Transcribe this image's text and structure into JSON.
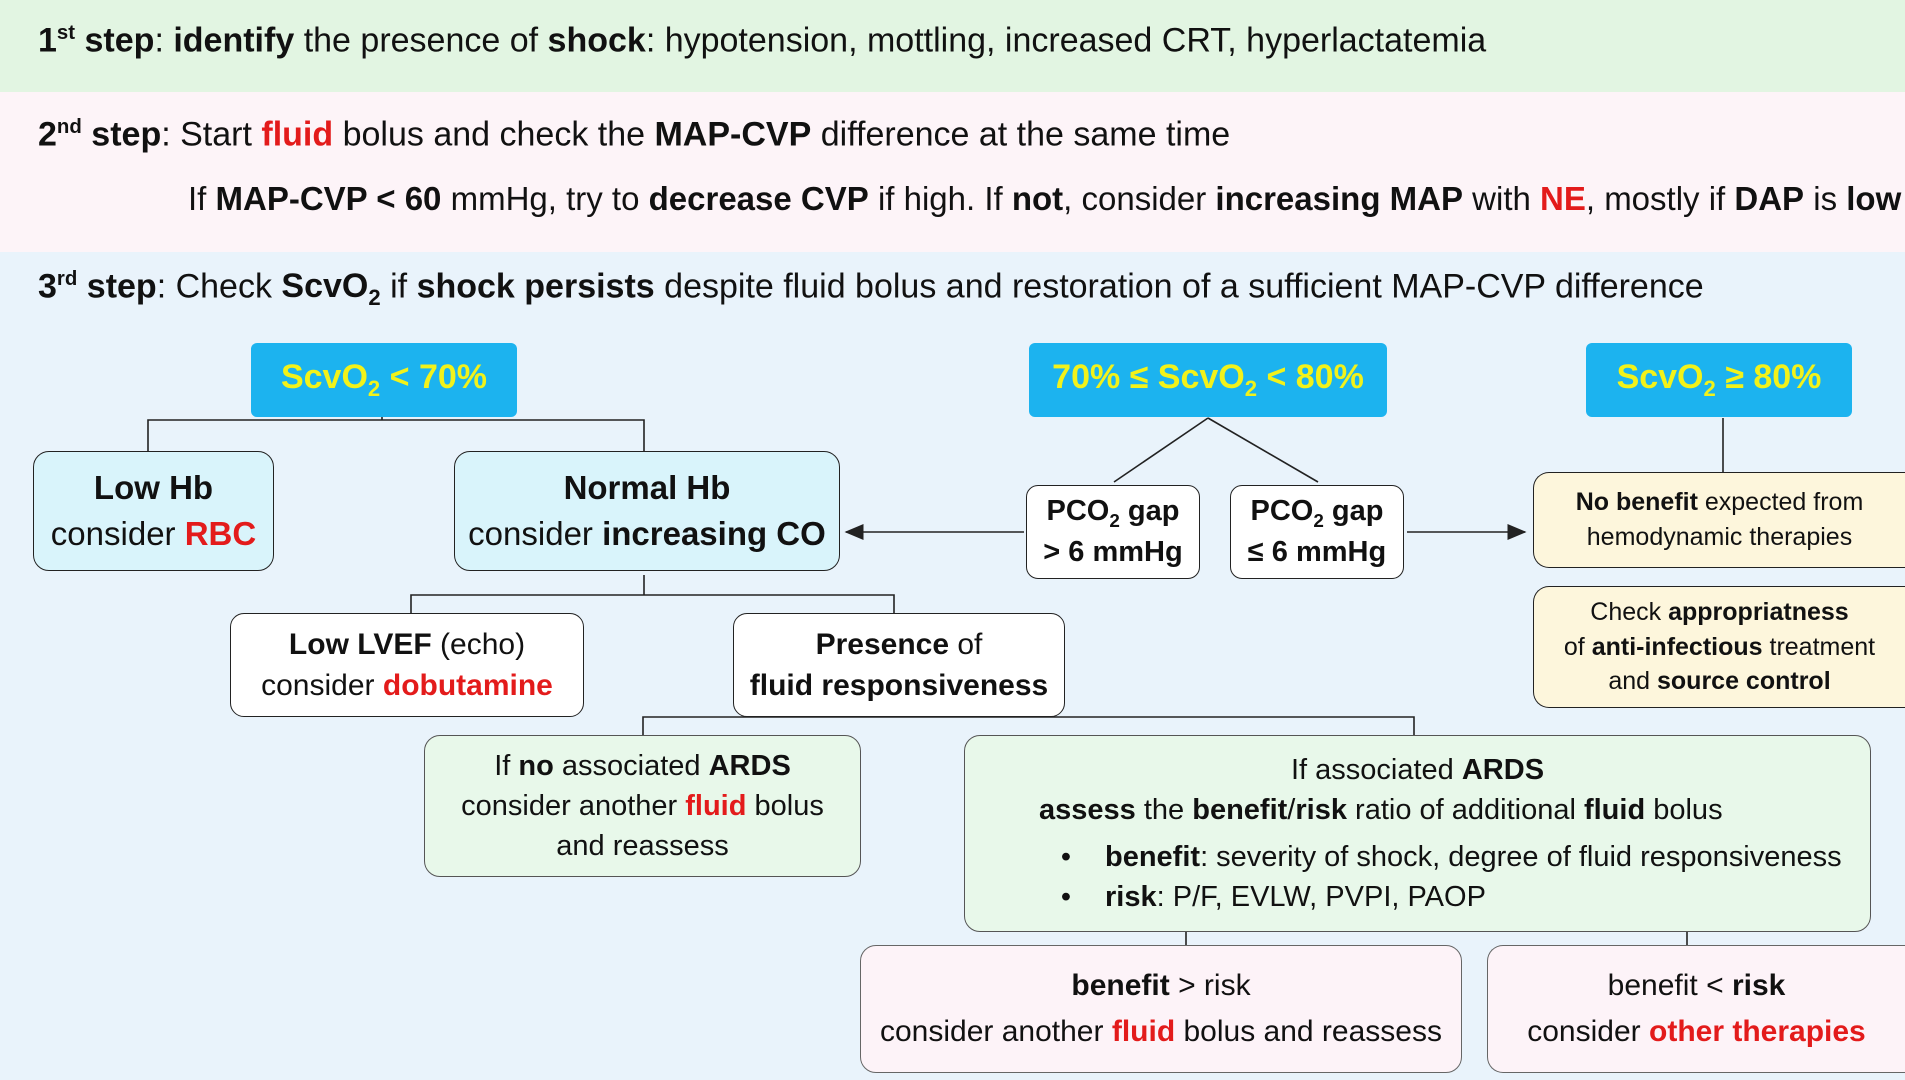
{
  "step1": {
    "num": "1",
    "sup": "st",
    "step_word": "step",
    "colon": ":",
    "identify": "identify",
    "t1": "the presence of",
    "shock": "shock",
    "t2": ": hypotension, mottling, increased CRT, hyperlactatemia"
  },
  "step2": {
    "num": "2",
    "sup": "nd",
    "step_word": "step",
    "t1": ": Start",
    "fluid": "fluid",
    "t2": "bolus and check the",
    "mapcvp": "MAP-CVP",
    "t3": "difference at the same time",
    "sub": {
      "if": "If",
      "cond": "MAP-CVP < 60",
      "mmhg": "mmHg, try to",
      "dec": "decrease CVP",
      "ifhigh": "if high. If",
      "not": "not",
      "consider": ", consider",
      "inc": "increasing MAP",
      "with": "with",
      "ne": "NE",
      "mostly": ", mostly if",
      "dap": "DAP",
      "is": "is",
      "low": "low"
    }
  },
  "step3": {
    "num": "3",
    "sup": "rd",
    "step_word": "step",
    "t1": ": Check",
    "scvo": "ScvO",
    "two": "2",
    "t2": "if",
    "persists": "shock persists",
    "t3": "despite fluid bolus and restoration of a sufficient MAP-CVP difference"
  },
  "headers": {
    "low": {
      "a": "ScvO",
      "b": "2",
      "c": " < 70%"
    },
    "mid": {
      "a": "70% ≤ ScvO",
      "b": "2",
      "c": " < 80%"
    },
    "high": {
      "a": "ScvO",
      "b": "2",
      "c": " ≥ 80%"
    }
  },
  "boxes": {
    "low_hb": {
      "l1": "Low Hb",
      "l2a": "consider",
      "l2b": "RBC"
    },
    "normal_hb": {
      "l1": "Normal Hb",
      "l2a": "consider",
      "l2b": "increasing CO"
    },
    "pco2_high": {
      "a": "PCO",
      "b": "2",
      "c": " gap",
      "l2": "> 6 mmHg"
    },
    "pco2_low": {
      "a": "PCO",
      "b": "2",
      "c": " gap",
      "l2": "≤ 6 mmHg"
    },
    "no_benefit": {
      "b1": "No benefit",
      "t1": "expected from",
      "l2": "hemodynamic therapies"
    },
    "check_approp": {
      "l1a": "Check",
      "l1b": "appropriatness",
      "l2a": "of",
      "l2b": "anti-infectious",
      "l2c": "treatment",
      "l3a": "and",
      "l3b": "source control"
    },
    "low_lvef": {
      "l1a": "Low LVEF",
      "l1b": "(echo)",
      "l2a": "consider",
      "l2b": "dobutamine"
    },
    "presence": {
      "l1a": "Presence",
      "l1b": "of",
      "l2": "fluid responsiveness"
    },
    "no_ards": {
      "l1a": "If",
      "l1b": "no",
      "l1c": "associated",
      "l1d": "ARDS",
      "l2a": "consider another",
      "l2b": "fluid",
      "l2c": "bolus",
      "l3": "and reassess"
    },
    "ards": {
      "l1a": "If associated",
      "l1b": "ARDS",
      "l2a": "assess",
      "l2b": "the",
      "l2c": "benefit",
      "l2d": "/",
      "l2e": "risk",
      "l2f": "ratio of additional",
      "l2g": "fluid",
      "l2h": "bolus",
      "bullets": [
        {
          "dot": "•",
          "key": "benefit",
          "text": ": severity of shock, degree of fluid responsiveness"
        },
        {
          "dot": "•",
          "key": "risk",
          "text": ": P/F, EVLW, PVPI, PAOP"
        }
      ]
    },
    "benefit_gt": {
      "l1a": "benefit",
      "l1b": "> risk",
      "l2a": "consider another",
      "l2b": "fluid",
      "l2c": "bolus and reassess"
    },
    "benefit_lt": {
      "l1a": "benefit <",
      "l1b": "risk",
      "l2a": "consider",
      "l2b": "other therapies"
    }
  },
  "colors": {
    "band1": "#e2f5e2",
    "band2": "#fdf4f8",
    "band3": "#e9f3fb",
    "header_bg": "#1cb3ef",
    "header_text": "#f2f21a",
    "emphasis": "#e31b1b"
  }
}
